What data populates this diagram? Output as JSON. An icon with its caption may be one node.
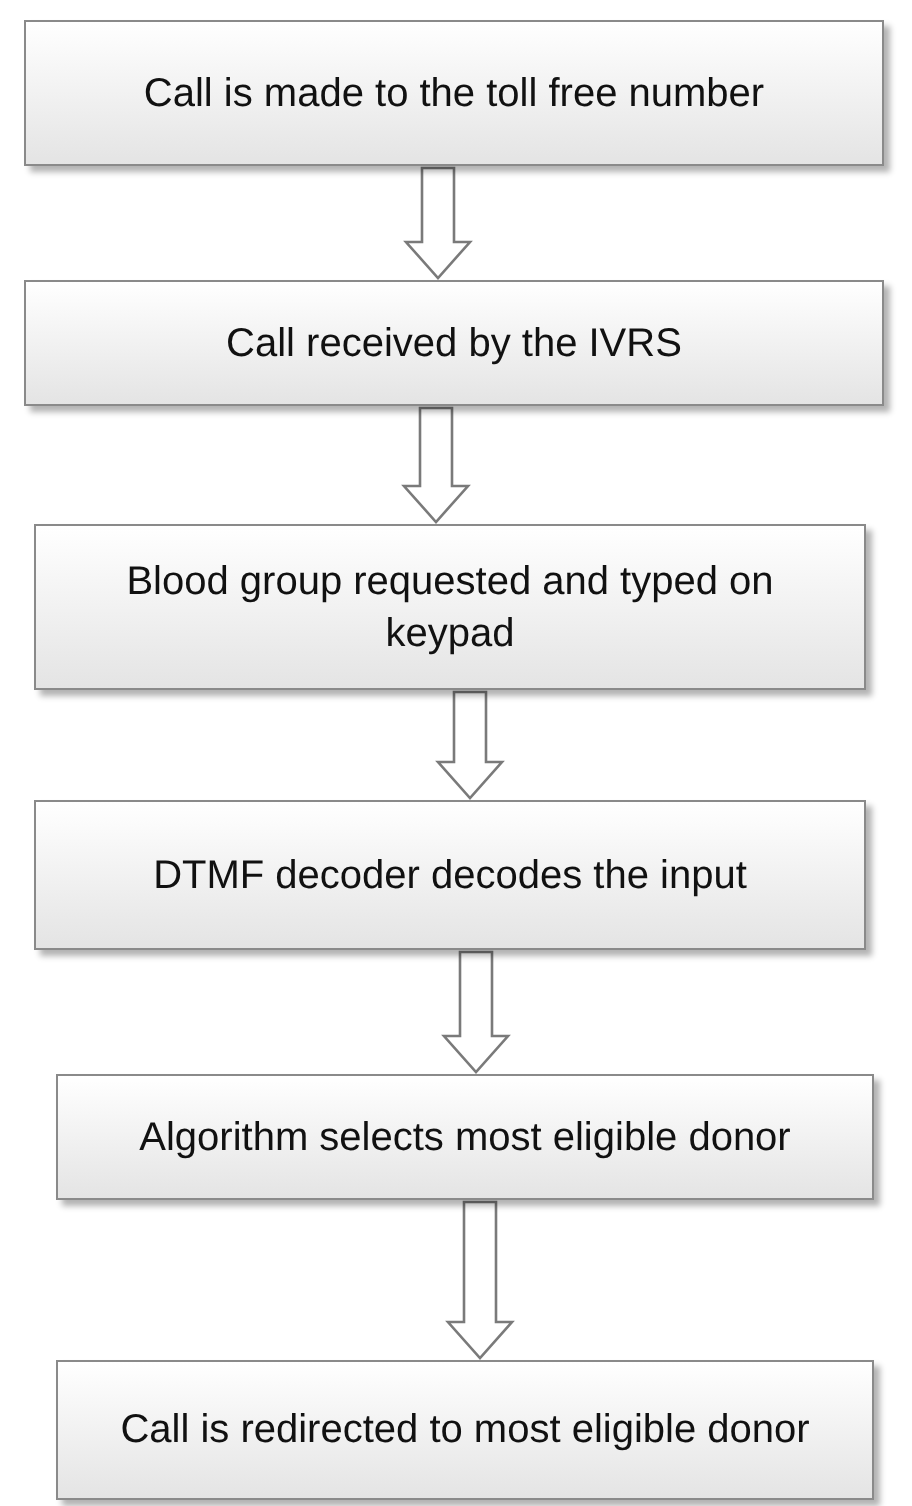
{
  "diagram": {
    "nodes": [
      {
        "text": [
          "Call is made to the toll free number"
        ]
      },
      {
        "text": [
          "Call received by the IVRS"
        ]
      },
      {
        "text": [
          "Blood group requested and typed on keypad"
        ]
      },
      {
        "text": [
          "DTMF decoder decodes the input"
        ]
      },
      {
        "text": [
          "Algorithm selects most eligible donor"
        ]
      },
      {
        "text": [
          "Call is redirected to most eligible donor"
        ]
      }
    ],
    "edges": [
      {
        "from": 0,
        "to": 1,
        "arrow": "to"
      },
      {
        "from": 1,
        "to": 2,
        "arrow": "to"
      },
      {
        "from": 2,
        "to": 3,
        "arrow": "to"
      },
      {
        "from": 3,
        "to": 4,
        "arrow": "to"
      },
      {
        "from": 4,
        "to": 5,
        "arrow": "to"
      }
    ]
  }
}
